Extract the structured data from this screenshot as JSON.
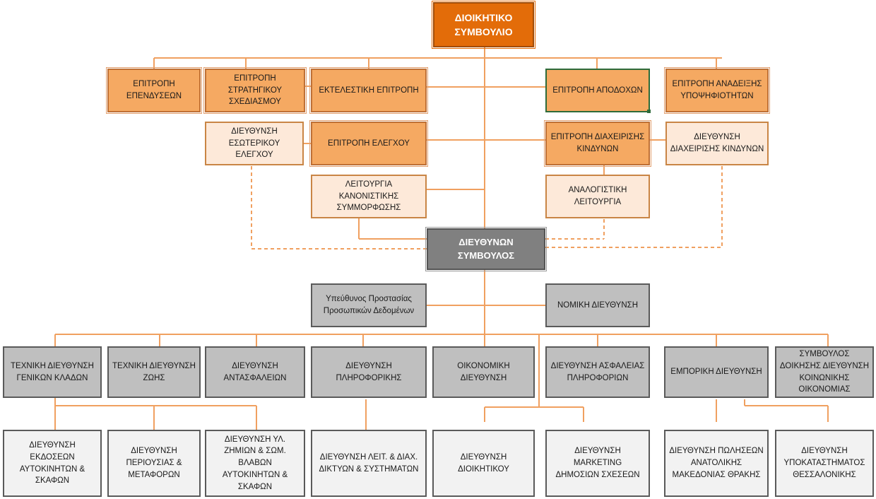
{
  "board": "ΔΙΟΙΚΗΤΙΚΟ\nΣΥΜΒΟΥΛΙΟ",
  "committees": {
    "investments": "ΕΠΙΤΡΟΠΗ\nΕΠΕΝΔΥΣΕΩΝ",
    "strategic": "ΕΠΙΤΡΟΠΗ\nΣΤΡΑΤΗΓΙΚΟΥ\nΣΧΕΔΙΑΣΜΟΥ",
    "executive": "ΕΚΤΕΛΕΣΤΙΚΗ ΕΠΙΤΡΟΠΗ",
    "remuneration": "ΕΠΙΤΡΟΠΗ ΑΠΟΔΟΧΩΝ",
    "nomination": "ΕΠΙΤΡΟΠΗ ΑΝΑΔΕΙΞΗΣ\nΥΠΟΨΗΦΙΟΤΗΤΩΝ",
    "audit": "ΕΠΙΤΡΟΠΗ ΕΛΕΓΧΟΥ",
    "risk": "ΕΠΙΤΡΟΠΗ ΔΙΑΧΕΙΡΙΣΗΣ\nΚΙΝΔΥΝΩΝ"
  },
  "functions": {
    "internal_audit": "ΔΙΕΥΘΥΝΣΗ\nΕΣΩΤΕΡΙΚΟΥ ΕΛΕΓΧΟΥ",
    "risk_mgmt": "ΔΙΕΥΘΥΝΣΗ\nΔΙΑΧΕΙΡΙΣΗΣ ΚΙΝΔΥΝΩΝ",
    "compliance": "ΛΕΙΤΟΥΡΓΙΑ\nΚΑΝΟΝΙΣΤΙΚΗΣ\nΣΥΜΜΟΡΦΩΣΗΣ",
    "actuarial": "ΑΝΑΛΟΓΙΣΤΙΚΗ\nΛΕΙΤΟΥΡΓΙΑ"
  },
  "ceo": "ΔΙΕΥΘΥΝΩΝ\nΣΥΜΒΟΥΛΟΣ",
  "staff": {
    "dpo": "Υπεύθυνος Προστασίας\nΠροσωπικών Δεδομένων",
    "legal": "ΝΟΜΙΚΗ ΔΙΕΥΘΥΝΣΗ"
  },
  "departments": {
    "tech_general": "ΤΕΧΝΙΚΗ ΔΙΕΥΘΥΝΣΗ\nΓΕΝΙΚΩΝ ΚΛΑΔΩΝ",
    "tech_life": "ΤΕΧΝΙΚΗ ΔΙΕΥΘΥΝΣΗ\nΖΩΗΣ",
    "reinsurance": "ΔΙΕΥΘΥΝΣΗ\nΑΝΤΑΣΦΑΛΕΙΩΝ",
    "it": "ΔΙΕΥΘΥΝΣΗ\nΠΛΗΡΟΦΟΡΙΚΗΣ",
    "finance": "ΟΙΚΟΝΟΜΙΚΗ\nΔΙΕΥΘΥΝΣΗ",
    "infosec": "ΔΙΕΥΘΥΝΣΗ ΑΣΦΑΛΕΙΑΣ\nΠΛΗΡΟΦΟΡΙΩΝ",
    "commercial": "ΕΜΠΟΡΙΚΗ ΔΙΕΥΘΥΝΣΗ",
    "social": "ΣΥΜΒΟΥΛΟΣ\nΔΟΙΚΗΣΗΣ ΔΙΕΥΘΥΝΣΗ\nΚΟΙΝΩΝΙΚΗΣ\nΟΙΚΟΝΟΜΙΑΣ"
  },
  "subdepartments": {
    "motor_issuance": "ΔΙΕΥΘΥΝΣΗ ΕΚΔΟΣΕΩΝ\nΑΥΤΟΚΙΝΗΤΩΝ &\nΣΚΑΦΩΝ",
    "property": "ΔΙΕΥΘΥΝΣΗ\nΠΕΡΙΟΥΣΙΑΣ &\nΜΕΤΑΦΟΡΩΝ",
    "claims": "ΔΙΕΥΘΥΝΣΗ ΥΛ.\nΖΗΜΙΩΝ & ΣΩΜ.\nΒΛΑΒΩΝ\nΑΥΤΟΚΙΝΗΤΩΝ &\nΣΚΑΦΩΝ",
    "networks": "ΔΙΕΥΘΥΝΣΗ ΛΕΙΤ. & ΔΙΑΧ.\nΔΙΚΤΥΩΝ & ΣΥΣΤΗΜΑΤΩΝ",
    "admin": "ΔΙΕΥΘΥΝΣΗ\nΔΙΟΙΚΗΤΙΚΟΥ",
    "marketing": "ΔΙΕΥΘΥΝΣΗ MARKETING\nΔΗΜΟΣΙΩΝ ΣΧΕΣΕΩΝ",
    "sales_east": "ΔΙΕΥΘΥΝΣΗ ΠΩΛΗΣΕΩΝ\nΑΝΑΤΟΛΙΚΗΣ\nΜΑΚΕΔΟΝΙΑΣ ΘΡΑΚΗΣ",
    "branch_thess": "ΔΙΕΥΘΥΝΣΗ\nΥΠΟΚΑΤΑΣΤΗΜΑΤΟΣ\nΘΕΣΣΑΛΟΝΙΚΗΣ"
  },
  "colors": {
    "connector": "#f0a060",
    "board": "#e36c09",
    "committee": "#f5a962",
    "function": "#fde9d9",
    "ceo": "#808080",
    "department": "#bfbfbf",
    "subdepartment": "#f2f2f2"
  }
}
